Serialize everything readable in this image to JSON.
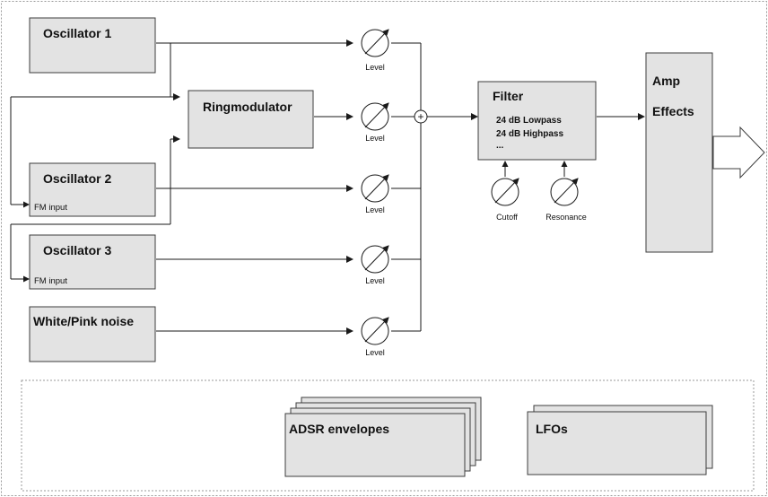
{
  "modules": {
    "osc1": {
      "label": "Oscillator 1"
    },
    "ringmod": {
      "label": "Ringmodulator"
    },
    "osc2": {
      "label": "Oscillator 2",
      "input_label": "FM input"
    },
    "osc3": {
      "label": "Oscillator 3",
      "input_label": "FM input"
    },
    "noise": {
      "label": "White/Pink noise"
    },
    "filter": {
      "label": "Filter",
      "types": [
        "24 dB Lowpass",
        "24 dB Highpass",
        "..."
      ]
    },
    "amp": {
      "label": "Amp",
      "sub_label": "Effects"
    },
    "adsr": {
      "label": "ADSR envelopes"
    },
    "lfo": {
      "label": "LFOs"
    }
  },
  "knobs": {
    "level": "Level",
    "cutoff": "Cutoff",
    "resonance": "Resonance"
  },
  "mixer_symbol": "+"
}
